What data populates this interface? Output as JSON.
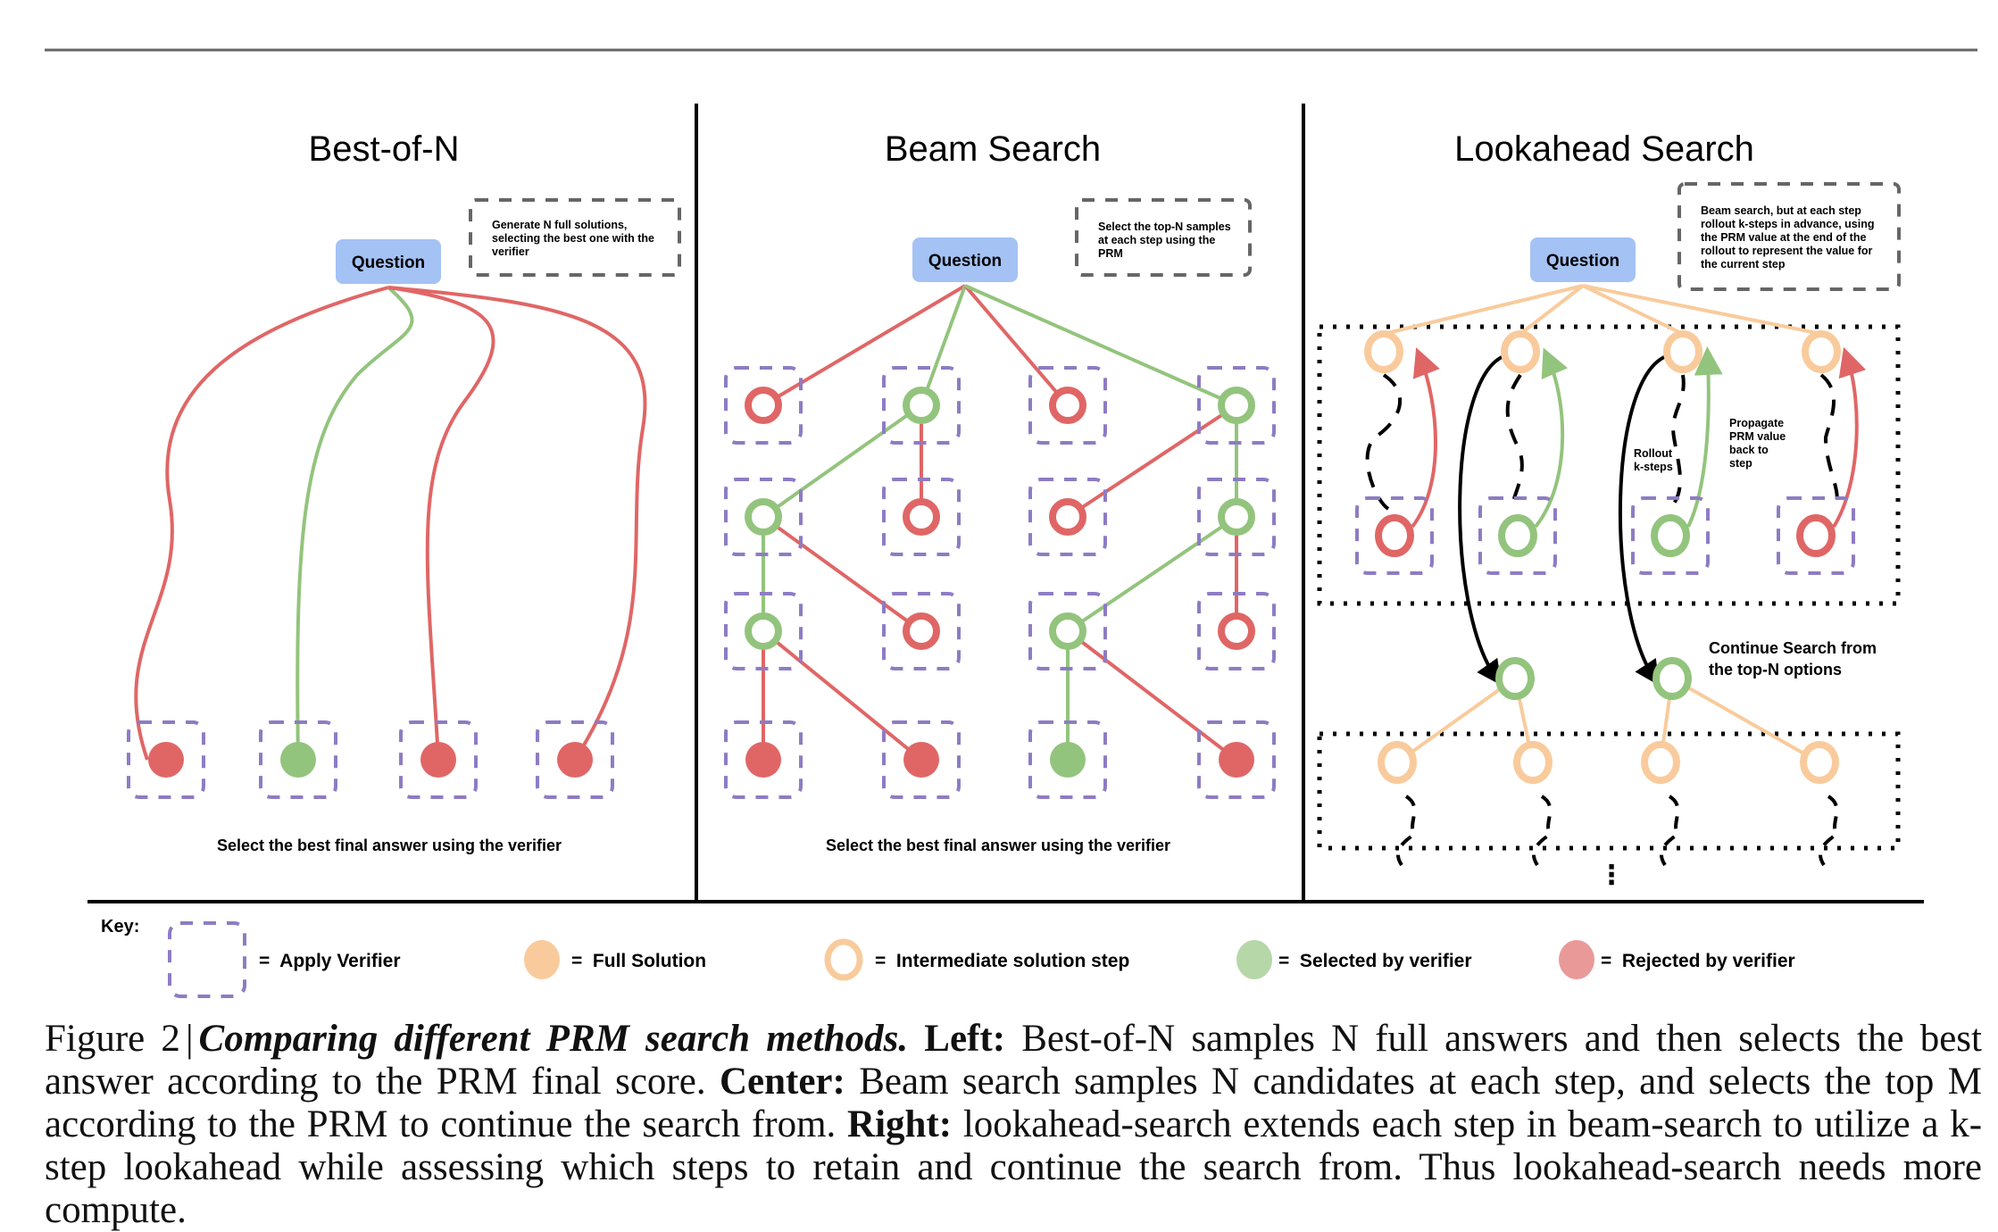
{
  "panels": {
    "best_of_n": {
      "title": "Best-of-N",
      "question": "Question",
      "note": [
        "Generate N full solutions,",
        "selecting the best one with the",
        "verifier"
      ],
      "footer": "Select the best final answer using the verifier",
      "final_nodes": [
        "rejected",
        "selected",
        "rejected",
        "rejected"
      ]
    },
    "beam_search": {
      "title": "Beam Search",
      "question": "Question",
      "note": [
        "Select the top-N samples",
        "at each step using the",
        "PRM"
      ],
      "footer": "Select the best final answer using the verifier",
      "grid": [
        [
          "rejected",
          "selected",
          "rejected",
          "selected"
        ],
        [
          "selected",
          "rejected",
          "rejected",
          "selected"
        ],
        [
          "selected",
          "rejected",
          "selected",
          "rejected"
        ],
        [
          "rejected",
          "rejected",
          "selected",
          "rejected"
        ]
      ]
    },
    "lookahead_search": {
      "title": "Lookahead Search",
      "question": "Question",
      "note": [
        "Beam search, but at each step",
        "rollout k-steps in advance, using",
        "the PRM value at the end of the",
        "rollout to represent the value for",
        "the current step"
      ],
      "rollout_label": [
        "Rollout",
        "k-steps"
      ],
      "propagate_label": [
        "Propagate",
        "PRM value",
        "back to",
        "step"
      ],
      "continue_label": [
        "Continue Search from",
        "the top-N options"
      ],
      "rollout_results": [
        "rejected",
        "selected",
        "selected",
        "rejected"
      ],
      "ellipsis": "⋮"
    }
  },
  "key": {
    "label": "Key:",
    "items": [
      {
        "symbol": "dashed-box",
        "text": "=  Apply Verifier"
      },
      {
        "symbol": "filled-orange",
        "text": "=  Full Solution"
      },
      {
        "symbol": "ring-orange",
        "text": "=  Intermediate solution step"
      },
      {
        "symbol": "filled-green",
        "text": "=  Selected by verifier"
      },
      {
        "symbol": "filled-red",
        "text": "=  Rejected by verifier"
      }
    ]
  },
  "colors": {
    "red": "#e06666",
    "green": "#93c47d",
    "orange": "#f9cb9c",
    "purple": "#8e7cc3",
    "question_bg": "#a4c2f4",
    "key_green": "#b6d7a8",
    "key_red": "#ea9999"
  },
  "caption": {
    "fig_num": "Figure 2",
    "sep": "|",
    "title": "Comparing different PRM search methods.",
    "left_label": "Left:",
    "left_text": "Best-of-N samples N full answers and then selects the best answer according to the PRM final score.",
    "center_label": "Center:",
    "center_text": "Beam search samples N candidates at each step, and selects the top M according to the PRM to continue the search from.",
    "right_label": "Right:",
    "right_text": "lookahead-search extends each step in beam-search to utilize a k-step lookahead while assessing which steps to retain and continue the search from. Thus lookahead-search needs more compute."
  }
}
